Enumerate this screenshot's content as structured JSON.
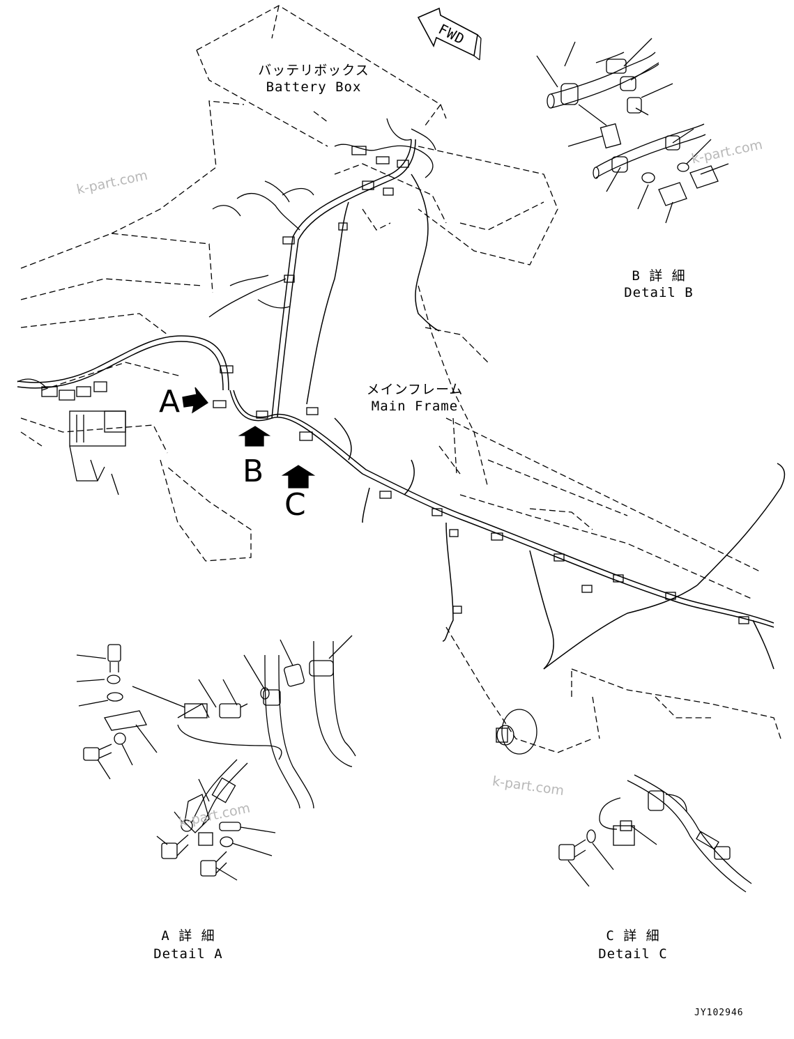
{
  "labels": {
    "battery_box_jp": "バッテリボックス",
    "battery_box_en": "Battery Box",
    "main_frame_jp": "メインフレーム",
    "main_frame_en": "Main Frame",
    "fwd": "FWD",
    "detail_a_jp": "A 詳 細",
    "detail_a_en": "Detail A",
    "detail_b_jp": "B 詳 細",
    "detail_b_en": "Detail B",
    "detail_c_jp": "C 詳 細",
    "detail_c_en": "Detail C",
    "callout_a": "A",
    "callout_b": "B",
    "callout_c": "C",
    "drawing_code": "JY102946"
  },
  "watermark": "k-part.com",
  "colors": {
    "line": "#000000",
    "watermark": "#b8b8b8"
  }
}
